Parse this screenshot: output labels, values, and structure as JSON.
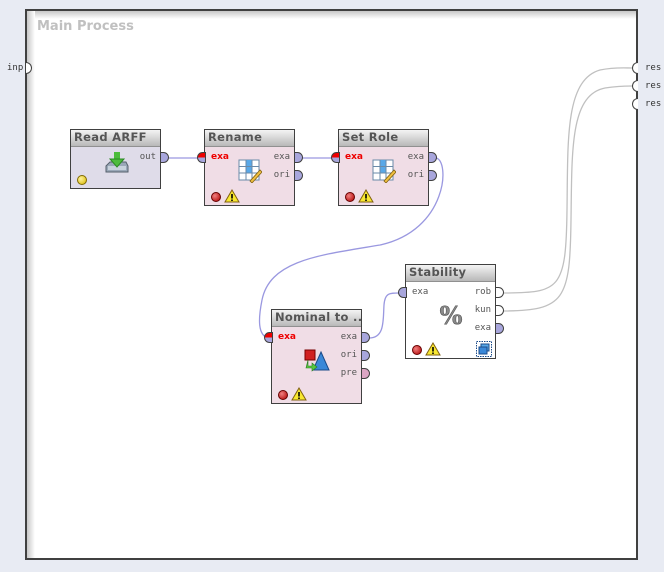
{
  "process": {
    "title": "Main Process",
    "inputs": [
      {
        "label": "inp"
      }
    ],
    "outputs": [
      {
        "label": "res"
      },
      {
        "label": "res"
      },
      {
        "label": "res"
      }
    ]
  },
  "operators": [
    {
      "id": "read_arff",
      "name": "Read ARFF",
      "status": "yellow",
      "warning": false,
      "in_ports": [],
      "out_ports": [
        {
          "label": "out"
        }
      ],
      "icon": "import-data-icon"
    },
    {
      "id": "rename",
      "name": "Rename",
      "status": "red",
      "warning": true,
      "in_ports": [
        {
          "label": "exa"
        }
      ],
      "out_ports": [
        {
          "label": "exa"
        },
        {
          "label": "ori"
        }
      ],
      "icon": "table-edit-icon"
    },
    {
      "id": "set_role",
      "name": "Set Role",
      "status": "red",
      "warning": true,
      "in_ports": [
        {
          "label": "exa"
        }
      ],
      "out_ports": [
        {
          "label": "exa"
        },
        {
          "label": "ori"
        }
      ],
      "icon": "table-edit-icon"
    },
    {
      "id": "nominal_to",
      "name": "Nominal to ...",
      "status": "red",
      "warning": true,
      "in_ports": [
        {
          "label": "exa"
        }
      ],
      "out_ports": [
        {
          "label": "exa"
        },
        {
          "label": "ori"
        },
        {
          "label": "pre"
        }
      ],
      "icon": "type-conversion-icon"
    },
    {
      "id": "stability",
      "name": "Stability",
      "status": "red",
      "warning": true,
      "in_ports": [
        {
          "label": "exa"
        }
      ],
      "out_ports": [
        {
          "label": "rob"
        },
        {
          "label": "kun"
        },
        {
          "label": "exa"
        }
      ],
      "icon": "percent-icon"
    }
  ],
  "colors": {
    "canvas_bg": "#ffffff",
    "outer_bg": "#e8ebf3",
    "example_port": "#a8a6dc",
    "preprocessing_port": "#dca6c4",
    "connection": "#9a98e0",
    "result_connection": "#c0c0c0",
    "error_label": "#ee0000"
  }
}
